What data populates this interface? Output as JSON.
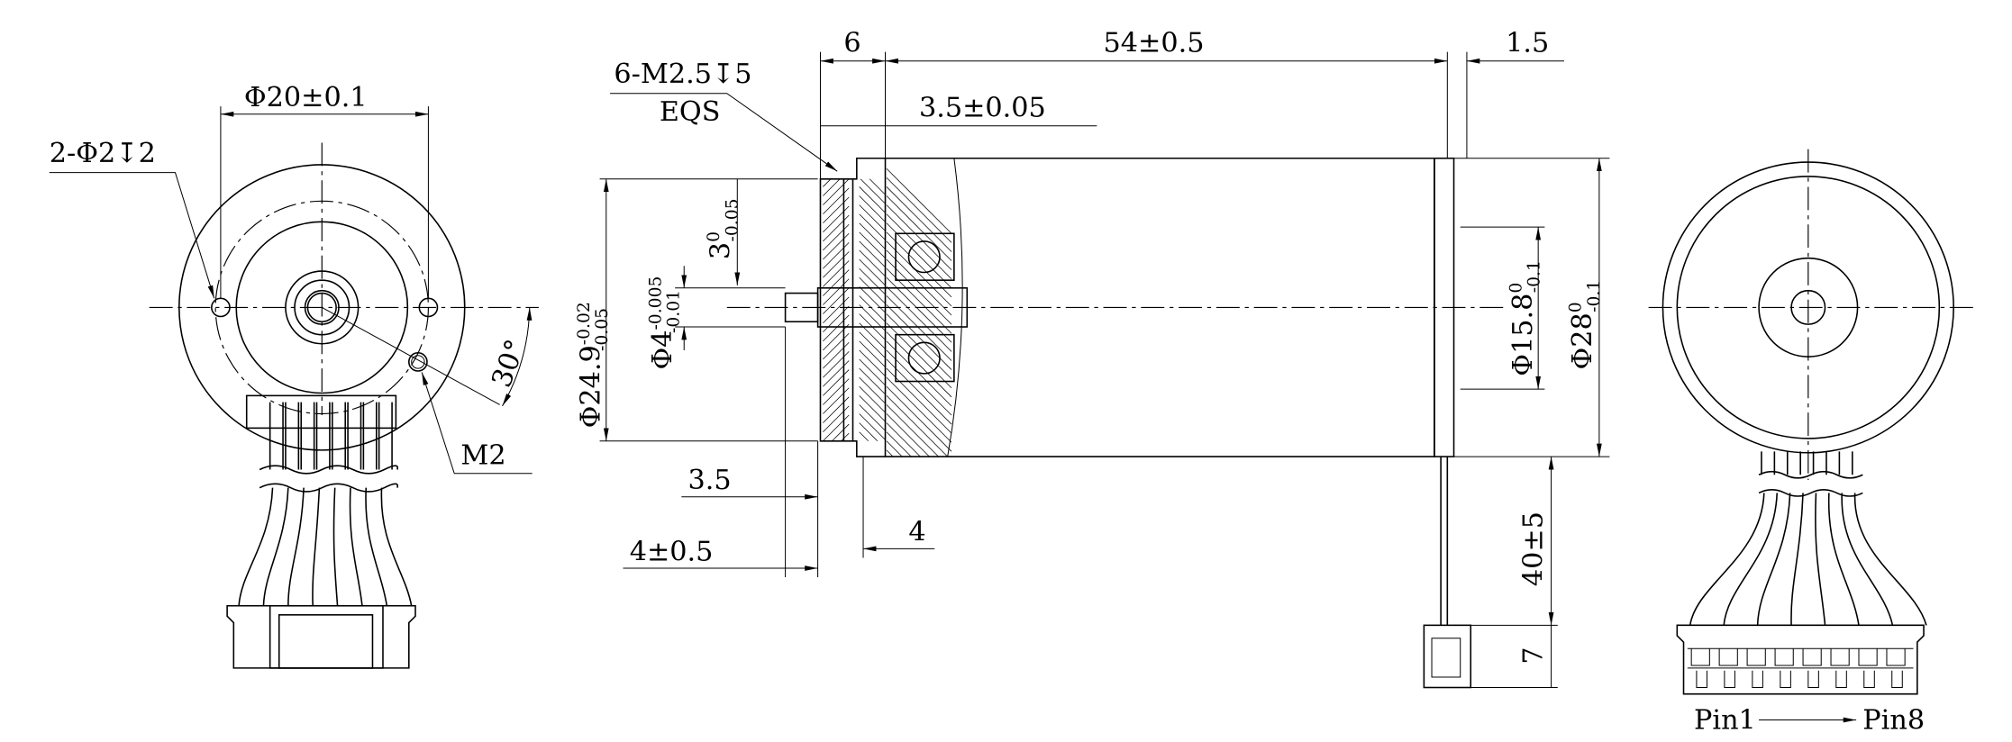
{
  "left_view": {
    "hole_pitch": "Φ20±0.1",
    "mount_holes": "2-Φ2↧2",
    "angle": "30°",
    "thread": "M2"
  },
  "side_view": {
    "flange_thickness": "6",
    "length": "54±0.5",
    "end_cap": "1.5",
    "tapped_holes": "6-M2.5↧5",
    "tapped_holes_note": "EQS",
    "pilot_depth": "3.5±0.05",
    "pilot_diameter": {
      "base": "Φ24.9",
      "upper": "-0.02",
      "lower": "-0.05"
    },
    "flat": {
      "base": "3",
      "upper": "0",
      "lower": "-0.05"
    },
    "shaft_diameter": {
      "base": "Φ4",
      "upper": "-0.005",
      "lower": "-0.01"
    },
    "encoder_diameter": {
      "base": "Φ15.8",
      "upper": "0",
      "lower": "-0.1"
    },
    "body_diameter": {
      "base": "Φ28",
      "upper": "0",
      "lower": "-0.1"
    },
    "shaft_step": "3.5",
    "shaft_length": "4±0.5",
    "hub_length": "4",
    "cable_length": "40±5",
    "connector_length": "7"
  },
  "right_view": {
    "pin_start": "Pin1",
    "pin_end": "Pin8"
  }
}
